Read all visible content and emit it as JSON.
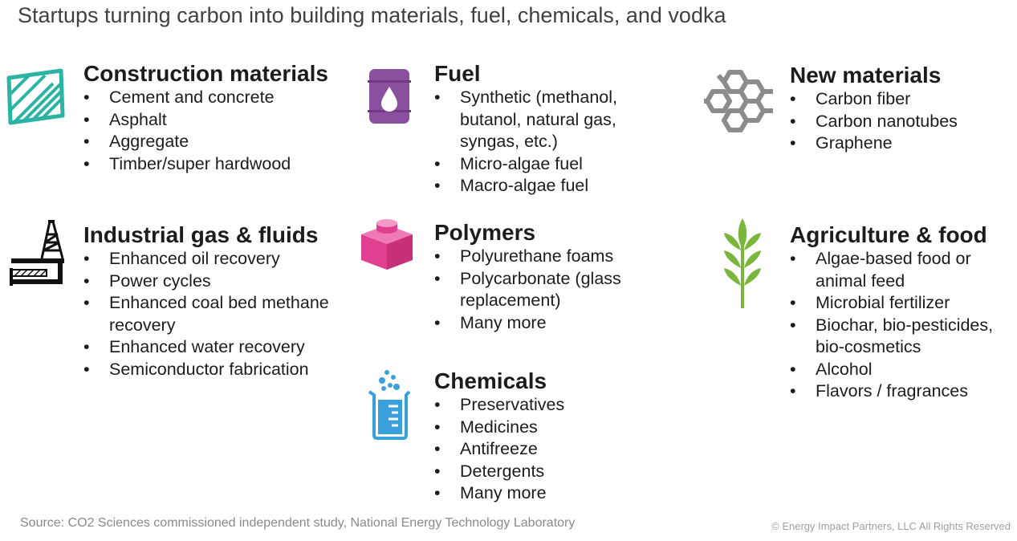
{
  "title": "Startups turning carbon into building materials, fuel, chemicals, and vodka",
  "colors": {
    "teal": "#2bb3a4",
    "purple": "#8a4f9e",
    "gray": "#8c8c8c",
    "magenta": "#e0408f",
    "blue": "#3aa0dc",
    "green": "#7bb63c",
    "black": "#111111"
  },
  "sections": {
    "construction": {
      "icon": "glass-panel-icon",
      "heading": "Construction materials",
      "items": [
        "Cement and concrete",
        "Asphalt",
        "Aggregate",
        "Timber/super hardwood"
      ]
    },
    "fuel": {
      "icon": "oil-barrel-icon",
      "heading": "Fuel",
      "items": [
        "Synthetic (methanol, butanol, natural gas, syngas, etc.)",
        "Micro-algae fuel",
        "Macro-algae fuel"
      ]
    },
    "new_materials": {
      "icon": "carbon-lattice-icon",
      "heading": "New materials",
      "items": [
        "Carbon fiber",
        "Carbon nanotubes",
        "Graphene"
      ]
    },
    "industrial": {
      "icon": "oil-rig-icon",
      "heading": "Industrial gas & fluids",
      "items": [
        "Enhanced oil recovery",
        "Power cycles",
        "Enhanced coal bed methane recovery",
        "Enhanced water recovery",
        "Semiconductor fabrication"
      ]
    },
    "polymers": {
      "icon": "plastic-block-icon",
      "heading": "Polymers",
      "items": [
        "Polyurethane foams",
        "Polycarbonate (glass replacement)",
        "Many more"
      ]
    },
    "agriculture": {
      "icon": "wheat-icon",
      "heading": "Agriculture & food",
      "items": [
        "Algae-based food or animal feed",
        "Microbial fertilizer",
        "Biochar, bio-pesticides, bio-cosmetics",
        "Alcohol",
        "Flavors / fragrances"
      ]
    },
    "chemicals": {
      "icon": "beaker-icon",
      "heading": "Chemicals",
      "items": [
        "Preservatives",
        "Medicines",
        "Antifreeze",
        "Detergents",
        "Many more"
      ]
    }
  },
  "footer": {
    "source": "Source: CO2 Sciences commissioned independent study, National Energy Technology Laboratory",
    "copyright": "© Energy Impact Partners, LLC All Rights Reserved"
  }
}
